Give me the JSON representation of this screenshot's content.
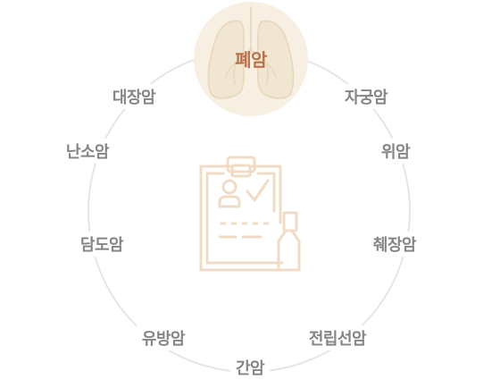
{
  "selected": {
    "label": "폐암",
    "icon": "lungs-icon"
  },
  "cancer_types": [
    {
      "id": "uterine",
      "label": "자궁암"
    },
    {
      "id": "stomach",
      "label": "위암"
    },
    {
      "id": "pancreatic",
      "label": "췌장암"
    },
    {
      "id": "prostate",
      "label": "전립선암"
    },
    {
      "id": "liver",
      "label": "간암"
    },
    {
      "id": "breast",
      "label": "유방암"
    },
    {
      "id": "gallbladder",
      "label": "담도암"
    },
    {
      "id": "ovarian",
      "label": "난소암"
    },
    {
      "id": "colorectal",
      "label": "대장암"
    }
  ],
  "center_icon": "clipboard-medical-report-icon",
  "colors": {
    "accent": "#b9714a",
    "bubble": "#f6efe2",
    "icon_line": "#f0dcc6",
    "ring": "#e6e6e6",
    "label": "#858585"
  }
}
